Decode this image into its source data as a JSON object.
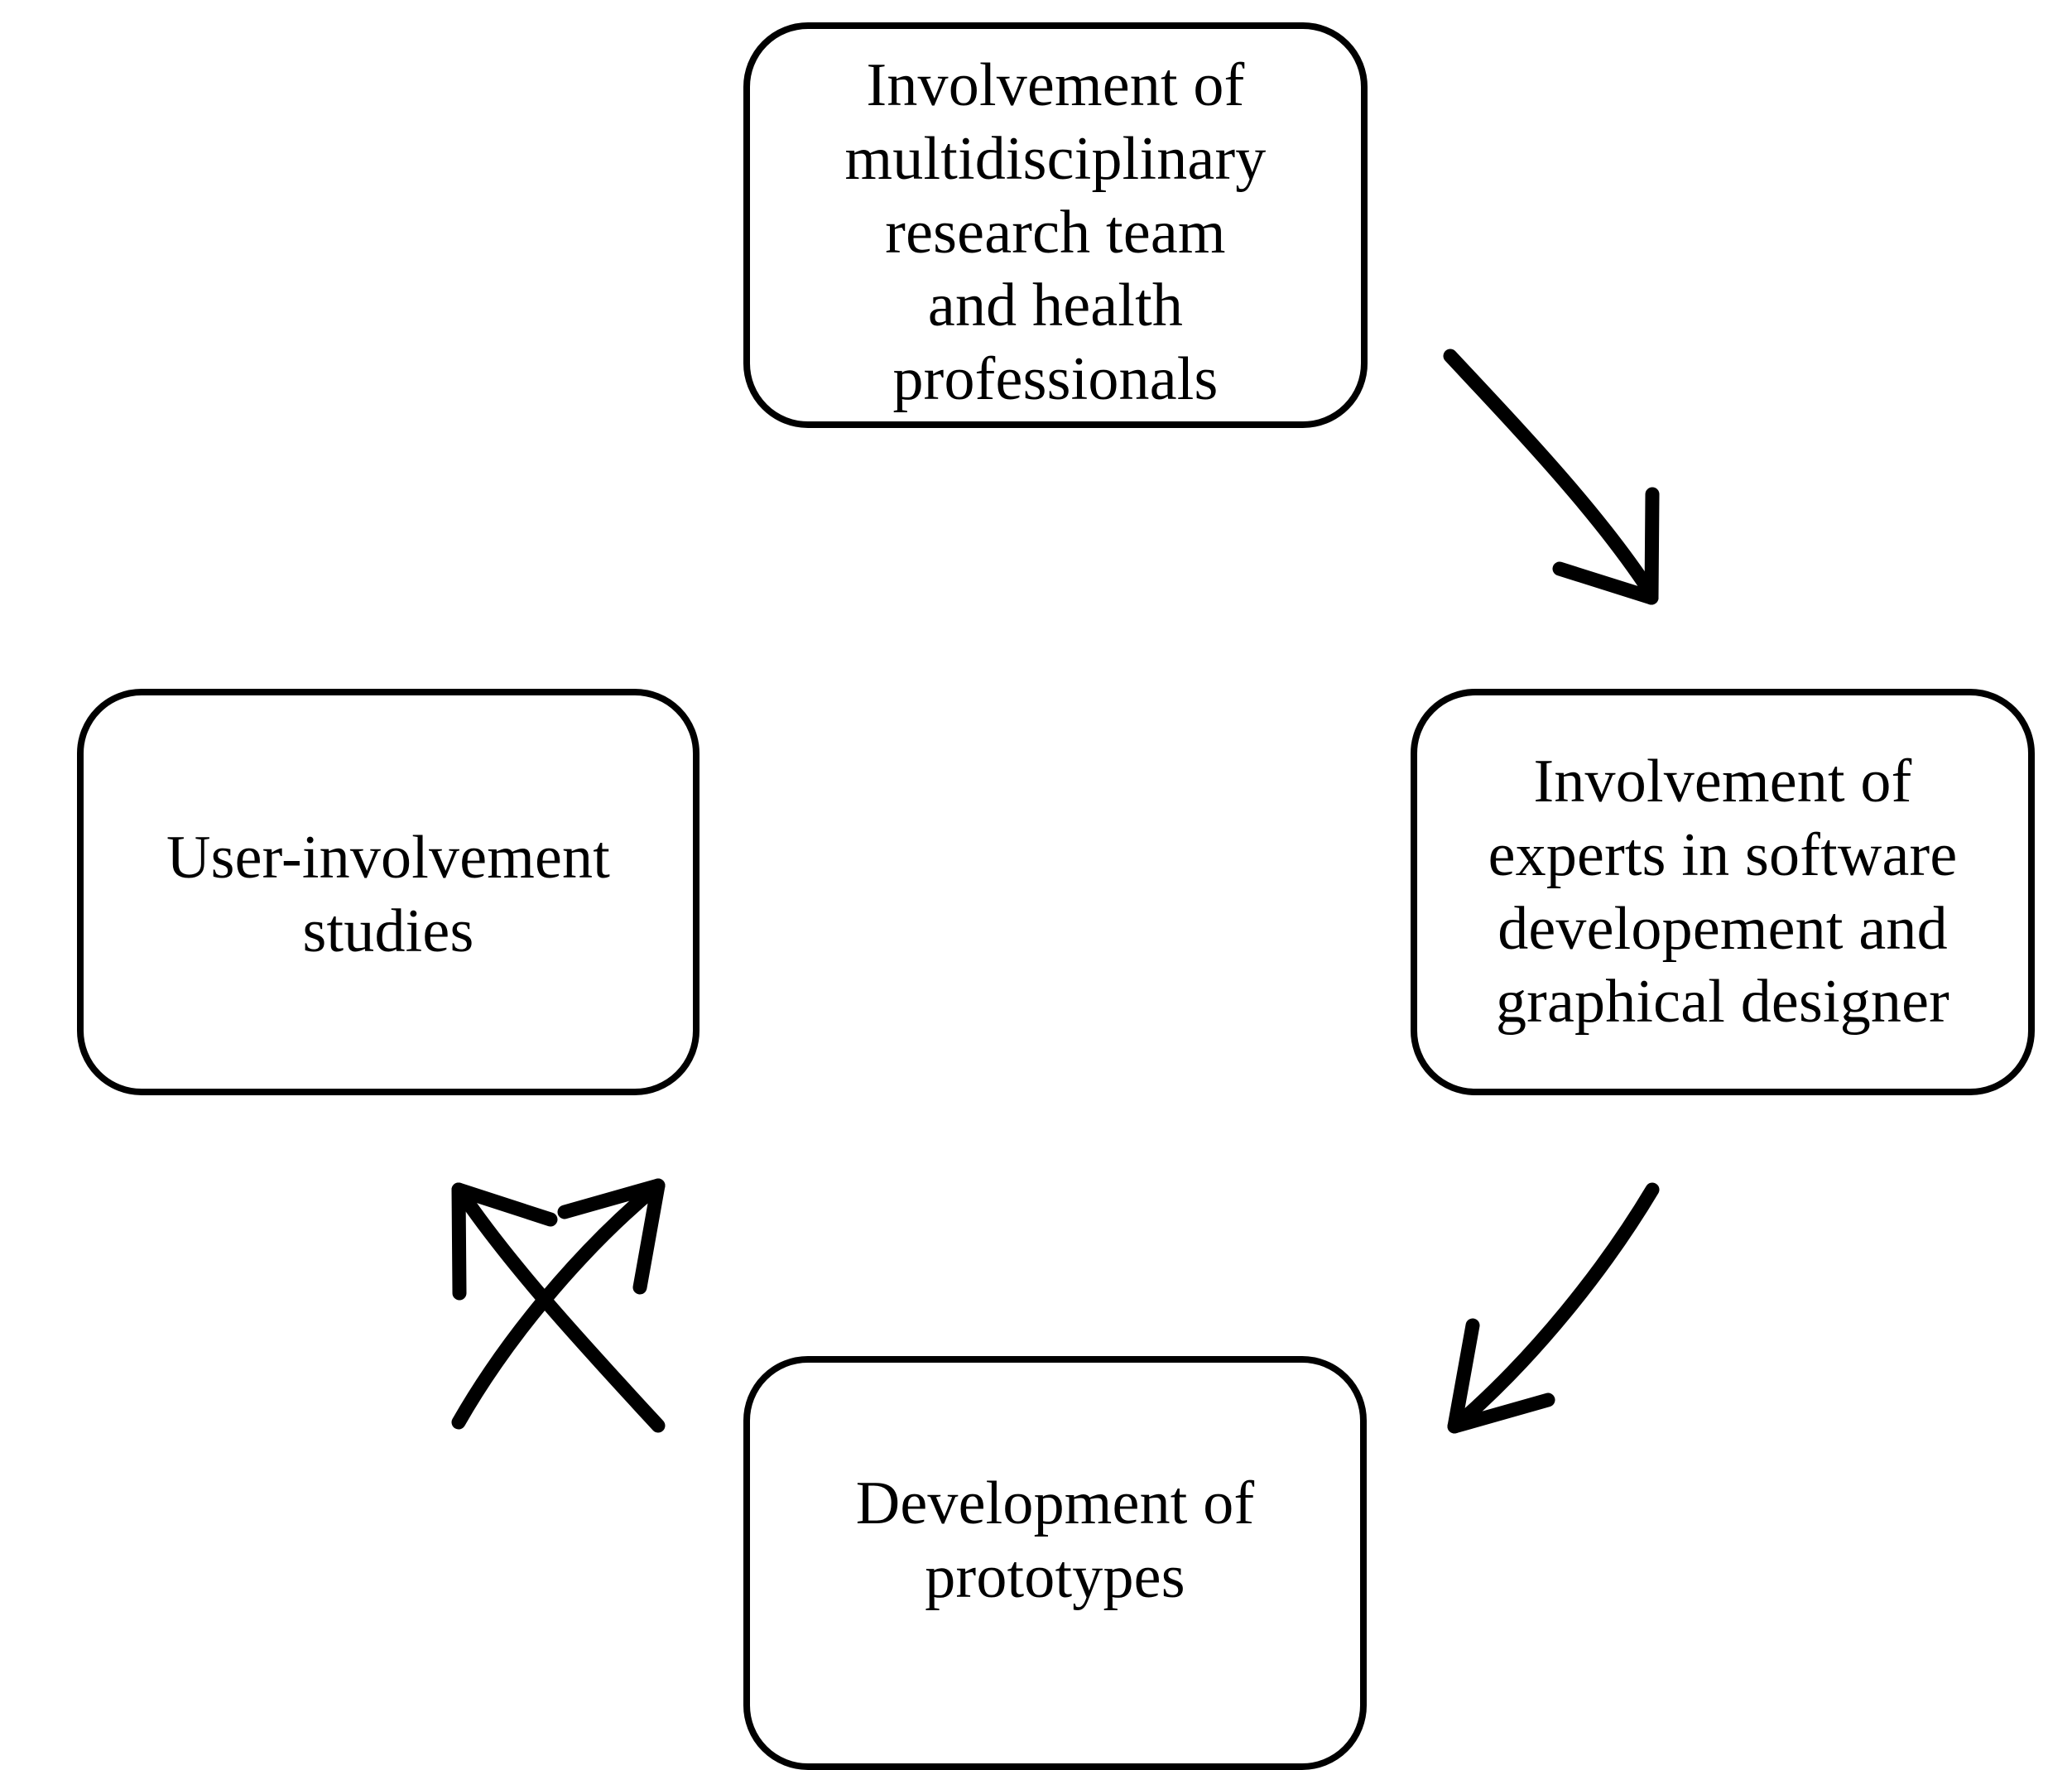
{
  "diagram": {
    "type": "cycle",
    "direction": "clockwise",
    "background_color": "#ffffff",
    "stroke_color": "#000000",
    "nodes": [
      {
        "id": "research-team",
        "position": "top",
        "label": "Involvement of\nmultidisciplinary\nresearch team\nand health\nprofessionals"
      },
      {
        "id": "experts",
        "position": "right",
        "label": "Involvement of\nexperts in software\ndevelopement and\ngraphical designer"
      },
      {
        "id": "prototypes",
        "position": "bottom",
        "label": "Development of\nprototypes"
      },
      {
        "id": "user-studies",
        "position": "left",
        "label": "User-involvement\nstudies"
      }
    ],
    "arrows": [
      {
        "id": "arrow-top-to-right",
        "from": "research-team",
        "to": "experts",
        "style": "curved-open-arrowhead"
      },
      {
        "id": "arrow-right-to-bottom",
        "from": "experts",
        "to": "prototypes",
        "style": "curved-open-arrowhead"
      },
      {
        "id": "arrow-bottom-to-left",
        "from": "prototypes",
        "to": "user-studies",
        "style": "curved-open-arrowhead"
      },
      {
        "id": "arrow-left-to-top",
        "from": "user-studies",
        "to": "research-team",
        "style": "curved-open-arrowhead"
      }
    ]
  }
}
